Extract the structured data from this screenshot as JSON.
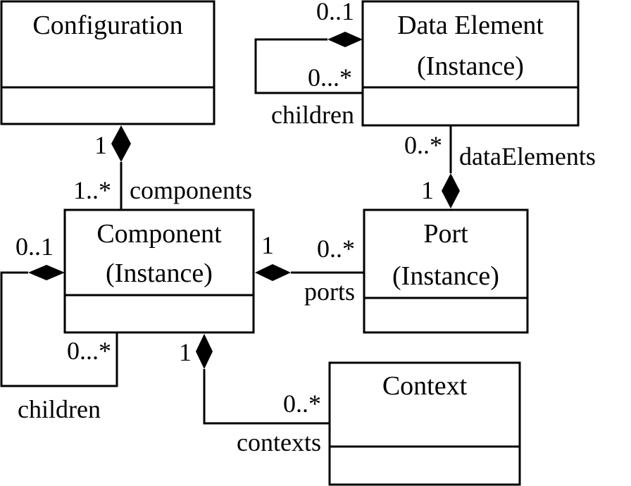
{
  "classes": {
    "configuration": {
      "name": "Configuration"
    },
    "data_element": {
      "name_line1": "Data Element",
      "name_line2": "(Instance)"
    },
    "component": {
      "name_line1": "Component",
      "name_line2": "(Instance)"
    },
    "port": {
      "name_line1": "Port",
      "name_line2": "(Instance)"
    },
    "context": {
      "name": "Context"
    }
  },
  "associations": {
    "config_components": {
      "owner_mult": "1",
      "part_mult": "1..*",
      "role": "components"
    },
    "data_children": {
      "owner_mult": "0..1",
      "part_mult": "0...*",
      "role": "children"
    },
    "port_data_elements": {
      "part_mult": "0..*",
      "role": "dataElements",
      "owner_mult": "1"
    },
    "component_ports": {
      "owner_mult": "1",
      "part_mult": "0..*",
      "role": "ports"
    },
    "component_children": {
      "owner_mult": "0..1",
      "part_mult": "0...*",
      "role": "children"
    },
    "component_contexts": {
      "owner_mult": "1",
      "part_mult": "0..*",
      "role": "contexts"
    }
  },
  "colors": {
    "stroke": "#000000",
    "background": "#ffffff"
  }
}
